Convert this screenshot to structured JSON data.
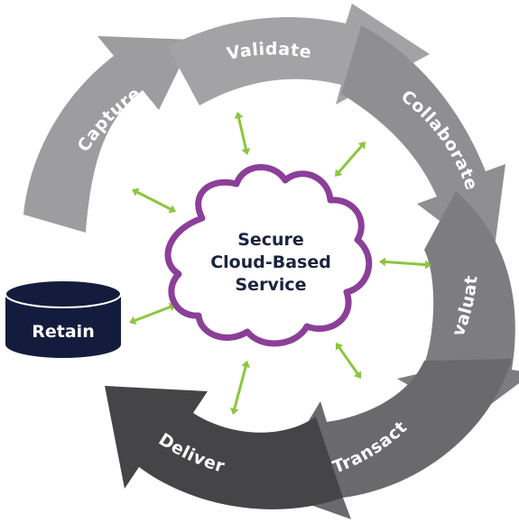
{
  "cycle": {
    "segments": [
      {
        "key": "capture",
        "label": "Capture",
        "color": "#9d9d9f"
      },
      {
        "key": "validate",
        "label": "Validate",
        "color": "#a3a3a5"
      },
      {
        "key": "collaborate",
        "label": "Collaborate",
        "color": "#8f8f92"
      },
      {
        "key": "evaluate",
        "label": "Evaluate",
        "color": "#7d7d80"
      },
      {
        "key": "transact",
        "label": "Transact",
        "color": "#6a6a6d"
      },
      {
        "key": "deliver",
        "label": "Deliver",
        "color": "#454547"
      }
    ]
  },
  "center": {
    "lines": [
      "Secure",
      "Cloud-Based",
      "Service"
    ],
    "outline_color": "#8b3f98",
    "text_color": "#1b2340"
  },
  "retain": {
    "label": "Retain",
    "color": "#141c3d"
  },
  "connector_color": "#8cc63f"
}
